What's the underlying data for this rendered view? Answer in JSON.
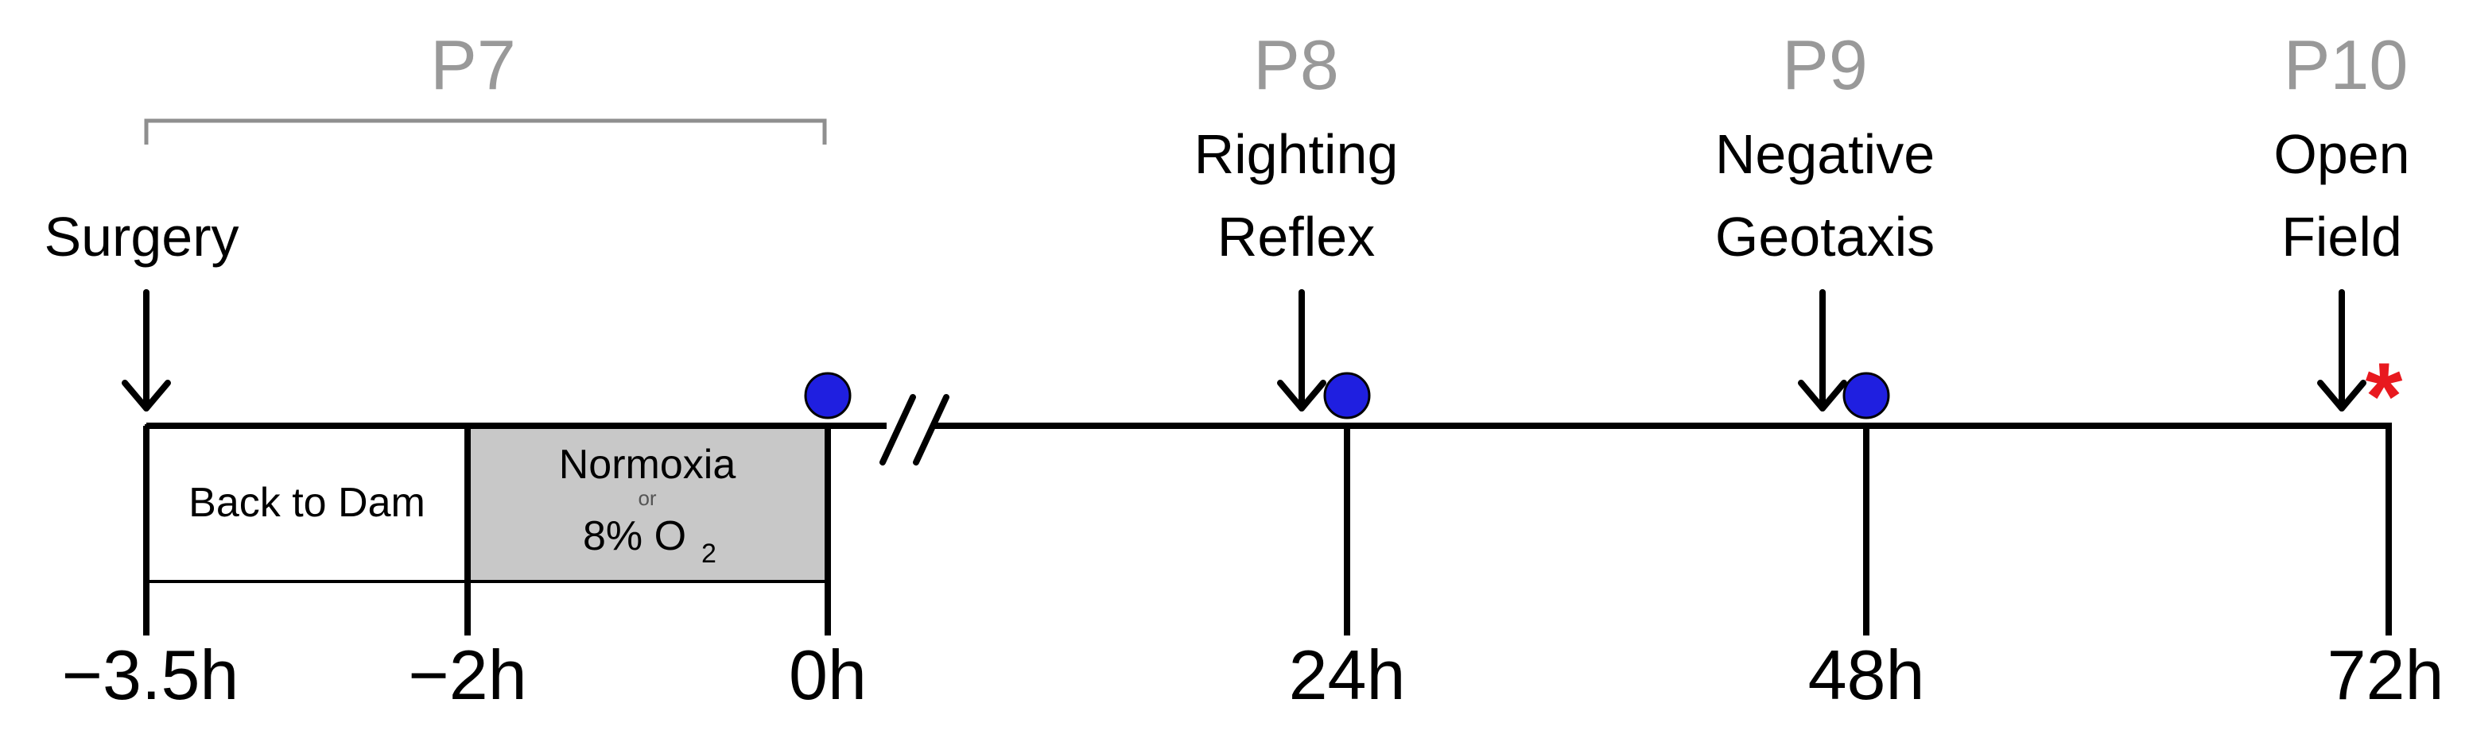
{
  "days": {
    "p7": "P7",
    "p8": "P8",
    "p9": "P9",
    "p10": "P10"
  },
  "events": {
    "surgery": "Surgery",
    "righting_1": "Righting",
    "righting_2": "Reflex",
    "negative_1": "Negative",
    "negative_2": "Geotaxis",
    "open_1": "Open",
    "open_2": "Field"
  },
  "boxes": {
    "back_to_dam": "Back to Dam",
    "normoxia": "Normoxia",
    "or": "or",
    "o2_prefix": "8% O",
    "o2_sub": "2"
  },
  "ticks": [
    "−3.5h",
    "−2h",
    "0h",
    "24h",
    "48h",
    "72h"
  ],
  "markers": {
    "asterisk": "*",
    "dot_color": "#1f1fe0",
    "asterisk_color": "#e8191f",
    "box_fill": "#c8c8c8"
  }
}
